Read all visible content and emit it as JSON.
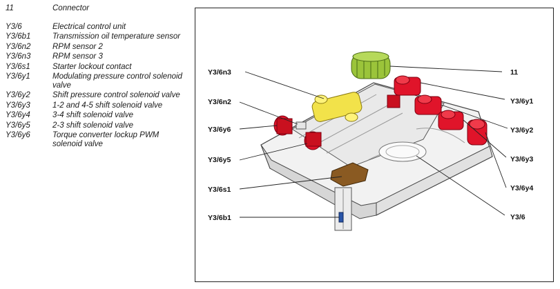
{
  "legend": [
    {
      "code": "11",
      "desc": "Connector"
    },
    {
      "code": "Y3/6",
      "desc": "Electrical control unit"
    },
    {
      "code": "Y3/6b1",
      "desc": "Transmission oil temperature sensor"
    },
    {
      "code": "Y3/6n2",
      "desc": "RPM sensor 2"
    },
    {
      "code": "Y3/6n3",
      "desc": "RPM sensor 3"
    },
    {
      "code": "Y3/6s1",
      "desc": "Starter lockout contact"
    },
    {
      "code": "Y3/6y1",
      "desc": "Modulating pressure control solenoid valve"
    },
    {
      "code": "Y3/6y2",
      "desc": "Shift pressure control solenoid valve"
    },
    {
      "code": "Y3/6y3",
      "desc": "1-2 and 4-5 shift solenoid valve"
    },
    {
      "code": "Y3/6y4",
      "desc": "3-4 shift solenoid valve"
    },
    {
      "code": "Y3/6y5",
      "desc": "2-3 shift solenoid valve"
    },
    {
      "code": "Y3/6y6",
      "desc": "Torque converter lockup PWM solenoid valve"
    }
  ],
  "diagram": {
    "labels_left": {
      "n3": "Y3/6n3",
      "n2": "Y3/6n2",
      "y6": "Y3/6y6",
      "y5": "Y3/6y5",
      "s1": "Y3/6s1",
      "b1": "Y3/6b1"
    },
    "labels_right": {
      "c11": "11",
      "y1": "Y3/6y1",
      "y2": "Y3/6y2",
      "y3": "Y3/6y3",
      "y4": "Y3/6y4",
      "ecu": "Y3/6"
    },
    "colors": {
      "solenoid": "#e0142a",
      "connector": "#9bc43a",
      "rpm_sensor": "#f2e24a",
      "starter_contact": "#8a5a22",
      "temp_sensor": "#2a55a8",
      "body": "#f1f1f1"
    }
  }
}
